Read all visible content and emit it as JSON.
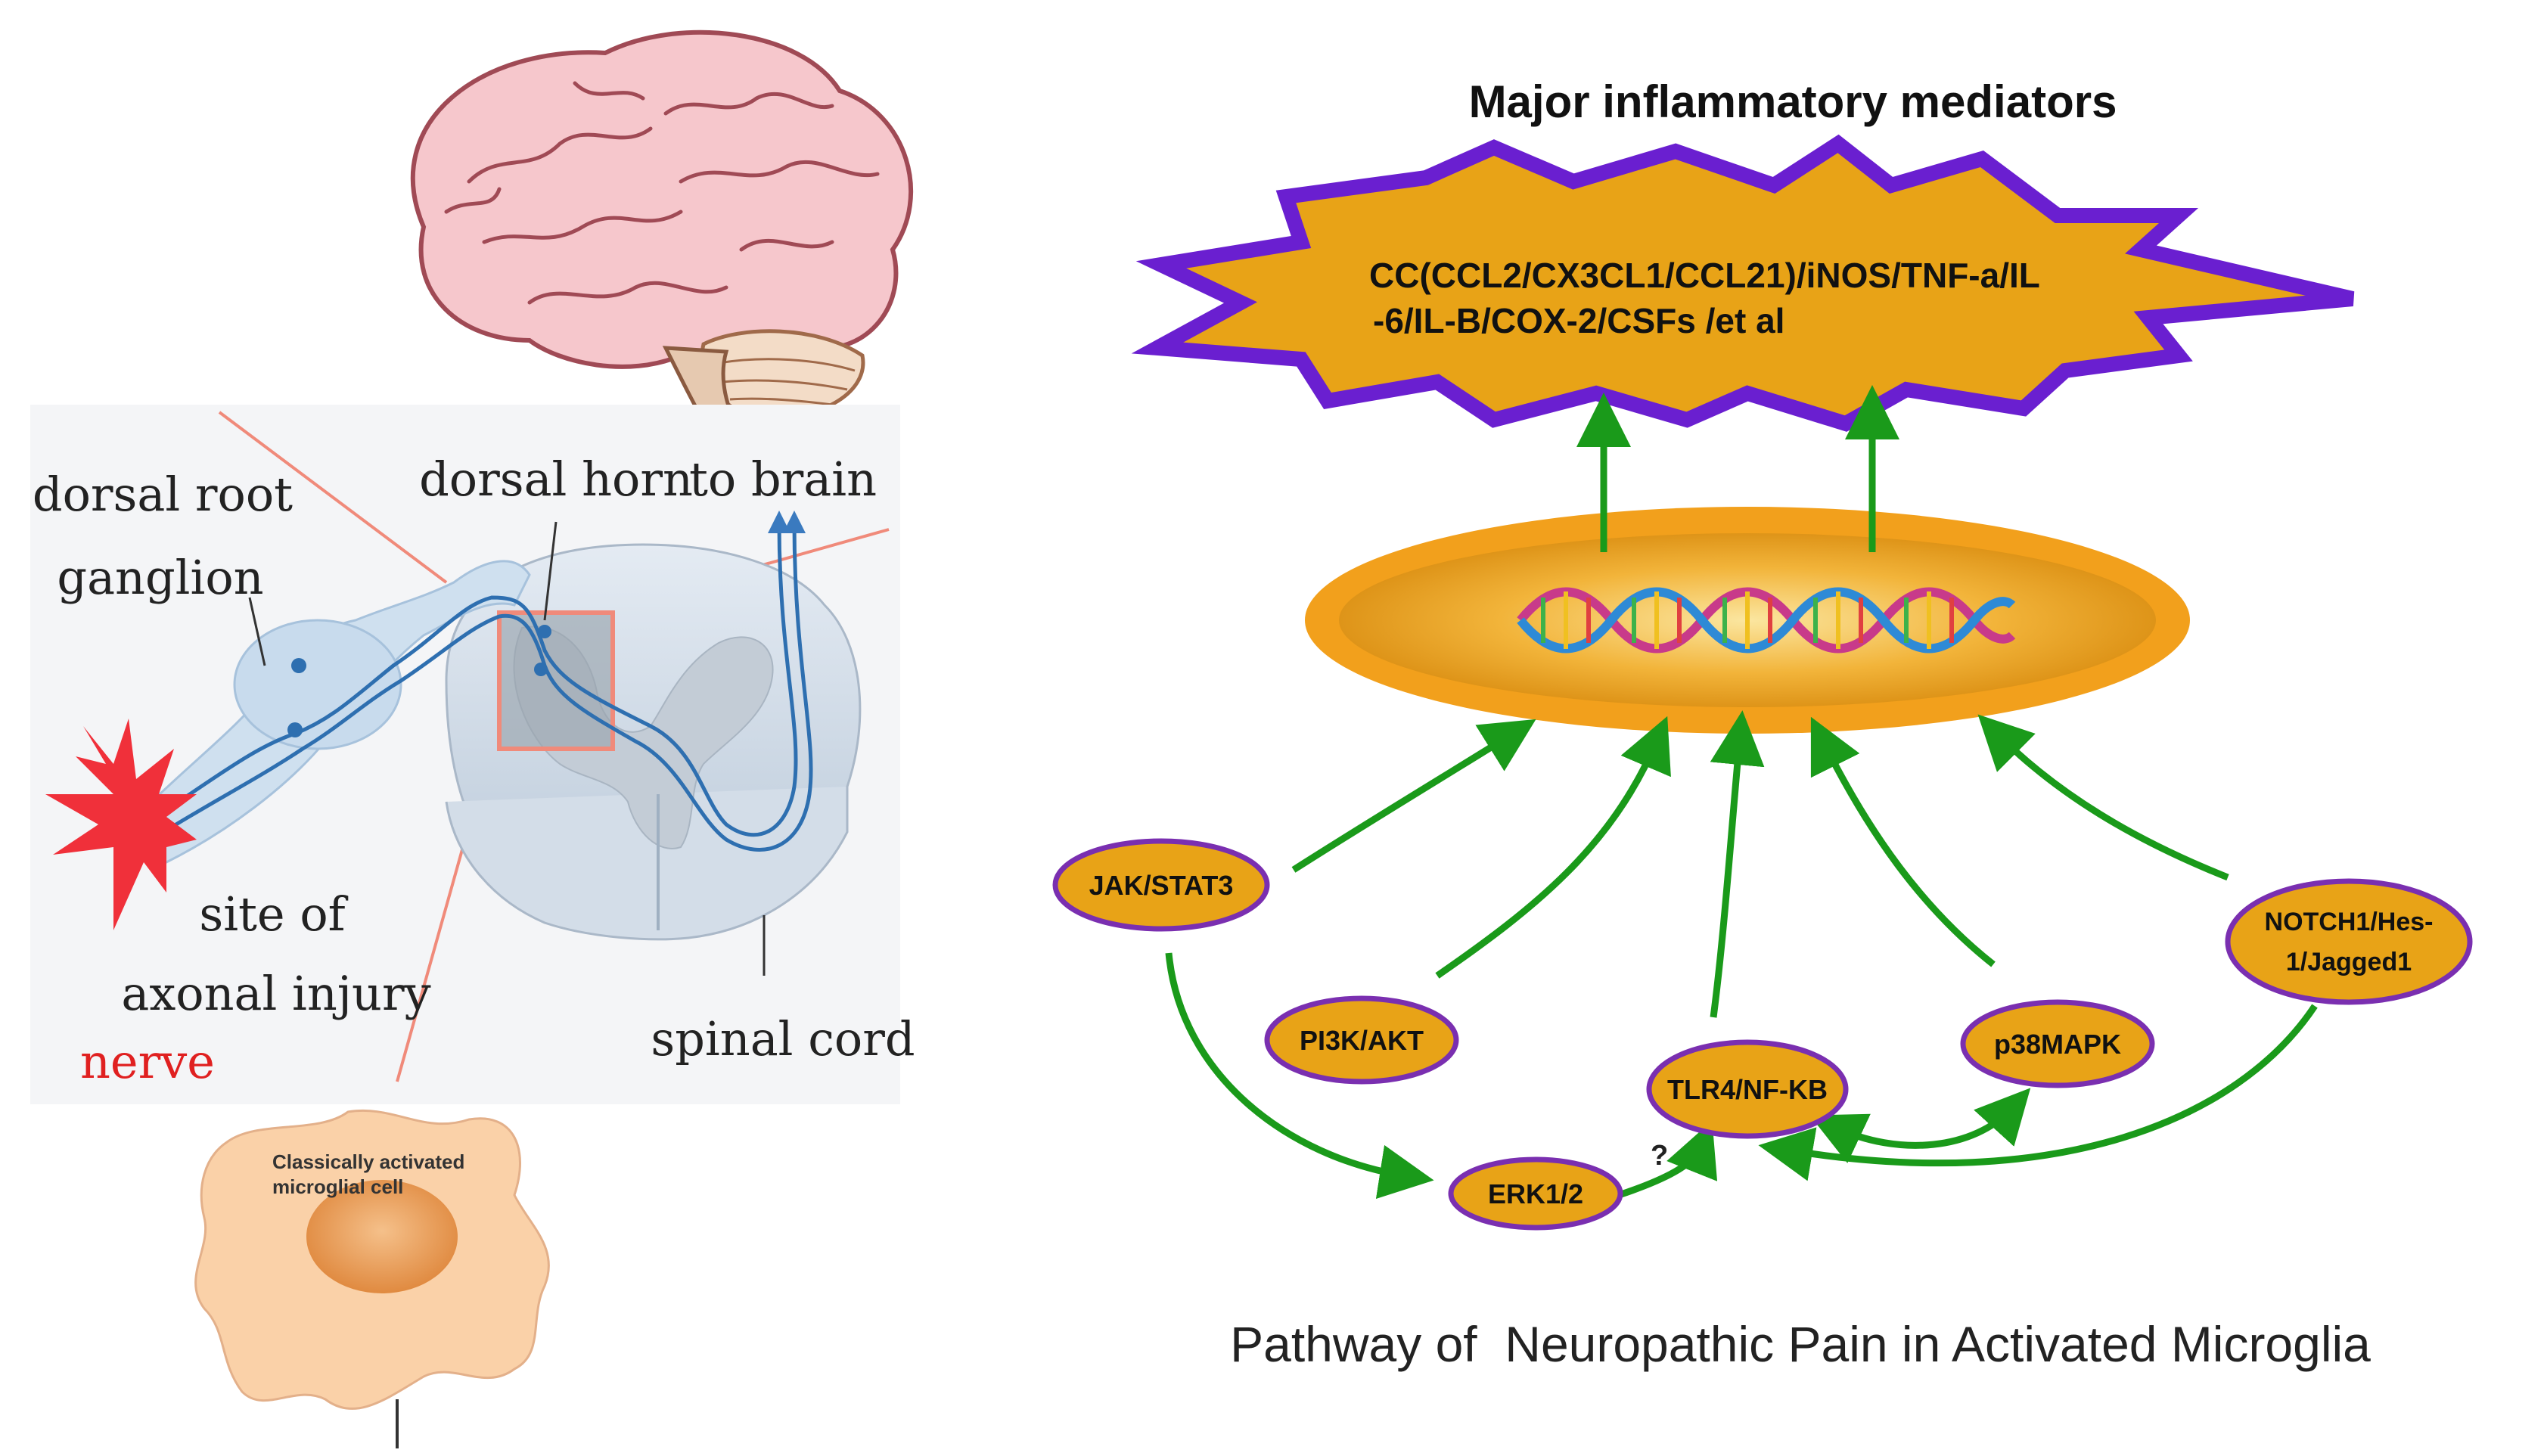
{
  "left_panel": {
    "labels": {
      "dorsal_root": "dorsal root",
      "ganglion": "ganglion",
      "dorsal_horn": "dorsal horn",
      "to_brain": "to brain",
      "site_of": "site of",
      "axonal_injury": "axonal injury",
      "nerve": "nerve",
      "spinal_cord": "spinal cord",
      "microglia_line1": "Classically activated",
      "microglia_line2": "microglial cell"
    }
  },
  "right_panel": {
    "title": "Major inflammatory mediators",
    "mediators_line1": "CC(CCL2/CX3CL1/CCL21)/iNOS/TNF-a/IL",
    "mediators_line2": "-6/IL-B/COX-2/CSFs /et al",
    "pathways": {
      "jak_stat3": "JAK/STAT3",
      "pi3k_akt": "PI3K/AKT",
      "tlr4_nfkb": "TLR4/NF-KB",
      "p38mapk": "p38MAPK",
      "notch1_line1": "NOTCH1/Hes-",
      "notch1_line2": "1/Jagged1",
      "erk12": "ERK1/2"
    },
    "question_mark": "?",
    "caption": "Pathway of  Neuropathic Pain in Activated Microglia"
  },
  "colors": {
    "arrow_green": "#1a9a1a",
    "node_fill": "#e8a317",
    "node_border": "#7a2fb0",
    "star_fill": "#e8a317",
    "star_border": "#6a1fd0",
    "nerve_text": "#e02020",
    "injury_red": "#f0303a"
  }
}
